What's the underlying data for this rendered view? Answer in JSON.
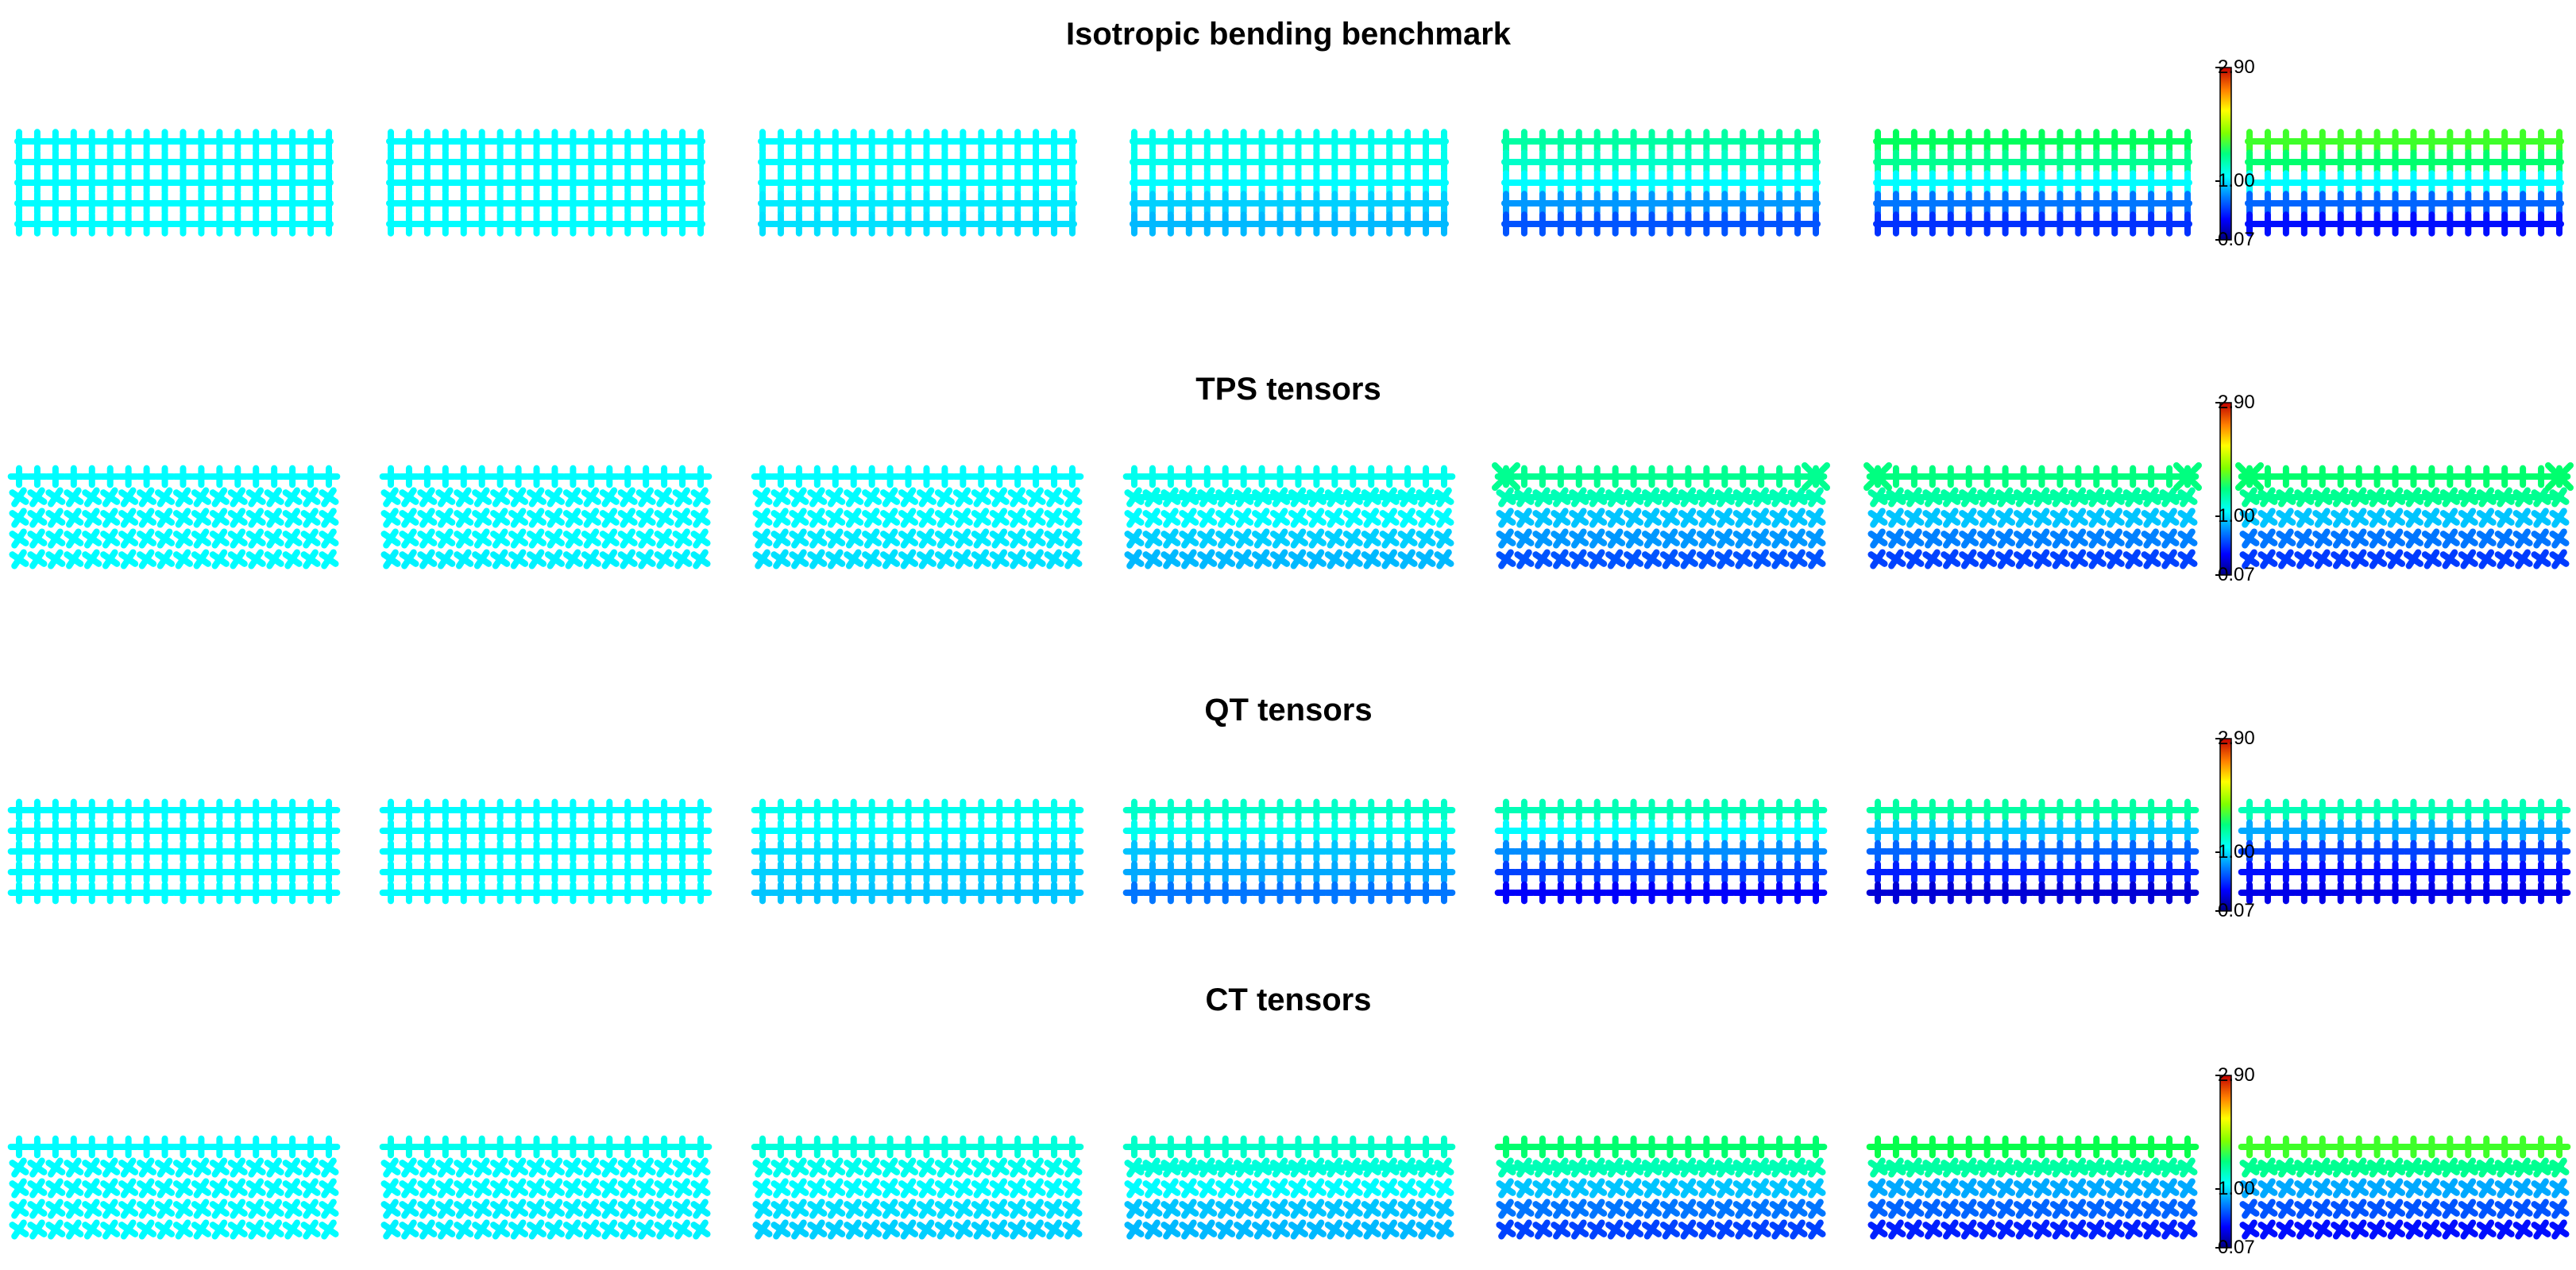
{
  "figure": {
    "rows": [
      {
        "title": "Isotropic bending benchmark",
        "scale_min": "0.07",
        "scale_mid": "1.00",
        "scale_max": "2.90",
        "glyph_mode": "grid",
        "corner_x": [
          0,
          0,
          0,
          0,
          0,
          0,
          0
        ],
        "color_profiles": [
          [
            1.0,
            1.0,
            1.0,
            1.0,
            1.0
          ],
          [
            1.0,
            1.0,
            1.0,
            1.0,
            1.0
          ],
          [
            1.0,
            1.0,
            1.0,
            0.97,
            0.95
          ],
          [
            1.05,
            1.05,
            1.0,
            0.92,
            0.88
          ],
          [
            1.25,
            1.15,
            1.0,
            0.82,
            0.65
          ],
          [
            1.45,
            1.3,
            1.0,
            0.75,
            0.55
          ],
          [
            1.65,
            1.4,
            1.0,
            0.7,
            0.45
          ]
        ]
      },
      {
        "title": "TPS tensors",
        "scale_min": "0.07",
        "scale_mid": "1.00",
        "scale_max": "2.90",
        "glyph_mode": "tps",
        "corner_x": [
          0,
          0,
          0,
          0,
          1,
          1,
          1
        ],
        "color_profiles": [
          [
            1.0,
            1.0,
            1.0,
            1.0,
            1.0
          ],
          [
            1.0,
            1.0,
            1.0,
            1.0,
            0.98
          ],
          [
            1.0,
            1.0,
            1.0,
            0.97,
            0.95
          ],
          [
            1.05,
            1.05,
            1.0,
            0.92,
            0.88
          ],
          [
            1.3,
            1.2,
            0.9,
            0.82,
            0.65
          ],
          [
            1.35,
            1.25,
            0.9,
            0.78,
            0.6
          ],
          [
            1.4,
            1.3,
            0.9,
            0.75,
            0.58
          ]
        ]
      },
      {
        "title": "QT tensors",
        "scale_min": "0.07",
        "scale_mid": "1.00",
        "scale_max": "2.90",
        "glyph_mode": "qt",
        "corner_x": [
          0,
          0,
          0,
          0,
          0,
          0,
          0
        ],
        "color_profiles": [
          [
            1.0,
            1.0,
            1.0,
            1.0,
            1.0
          ],
          [
            1.0,
            1.0,
            1.0,
            1.0,
            1.0
          ],
          [
            1.05,
            1.0,
            0.95,
            0.92,
            0.9
          ],
          [
            1.15,
            1.05,
            0.9,
            0.85,
            0.75
          ],
          [
            1.2,
            1.0,
            0.8,
            0.6,
            0.4
          ],
          [
            1.25,
            0.9,
            0.7,
            0.5,
            0.3
          ],
          [
            1.2,
            0.85,
            0.6,
            0.45,
            0.35
          ]
        ]
      },
      {
        "title": "CT tensors",
        "scale_min": "0.07",
        "scale_mid": "1.00",
        "scale_max": "2.90",
        "glyph_mode": "ct",
        "corner_x": [
          0,
          0,
          0,
          0,
          0,
          0,
          0
        ],
        "color_profiles": [
          [
            1.0,
            1.0,
            1.0,
            1.0,
            1.0
          ],
          [
            1.05,
            1.0,
            1.0,
            0.98,
            0.98
          ],
          [
            1.1,
            1.05,
            1.0,
            0.95,
            0.92
          ],
          [
            1.15,
            1.1,
            1.0,
            0.9,
            0.88
          ],
          [
            1.4,
            1.2,
            0.9,
            0.75,
            0.6
          ],
          [
            1.5,
            1.25,
            0.85,
            0.7,
            0.5
          ],
          [
            1.65,
            1.3,
            0.85,
            0.65,
            0.45
          ]
        ]
      }
    ]
  }
}
